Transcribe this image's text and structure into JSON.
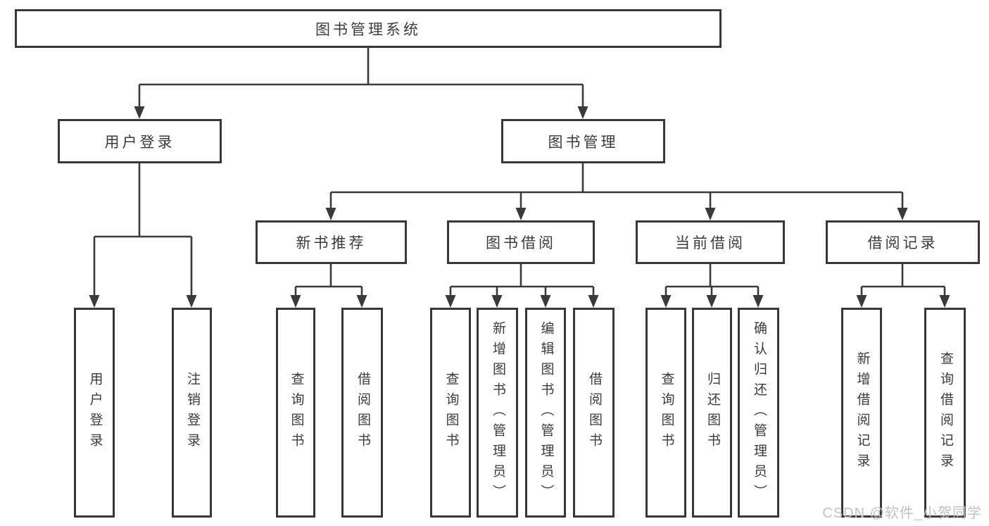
{
  "diagram": {
    "type": "tree",
    "root": {
      "label": "图书管理系统",
      "children": [
        {
          "label": "用户登录",
          "children": [
            {
              "label": "用户登录"
            },
            {
              "label": "注销登录"
            }
          ]
        },
        {
          "label": "图书管理",
          "children": [
            {
              "label": "新书推荐",
              "children": [
                {
                  "label": "查询图书"
                },
                {
                  "label": "借阅图书"
                }
              ]
            },
            {
              "label": "图书借阅",
              "children": [
                {
                  "label": "查询图书"
                },
                {
                  "label": "新增图书（管理员）"
                },
                {
                  "label": "编辑图书（管理员）"
                },
                {
                  "label": "借阅图书"
                }
              ]
            },
            {
              "label": "当前借阅",
              "children": [
                {
                  "label": "查询图书"
                },
                {
                  "label": "归还图书"
                },
                {
                  "label": "确认归还（管理员）"
                }
              ]
            },
            {
              "label": "借阅记录",
              "children": [
                {
                  "label": "新增借阅记录"
                },
                {
                  "label": "查询借阅记录"
                }
              ]
            }
          ]
        }
      ]
    },
    "colors": {
      "line": "#3a3a3a",
      "box_border": "#383838",
      "watermark": "#c2c2c2"
    }
  },
  "watermark": {
    "text": "CSDN @软件_小贺同学"
  }
}
